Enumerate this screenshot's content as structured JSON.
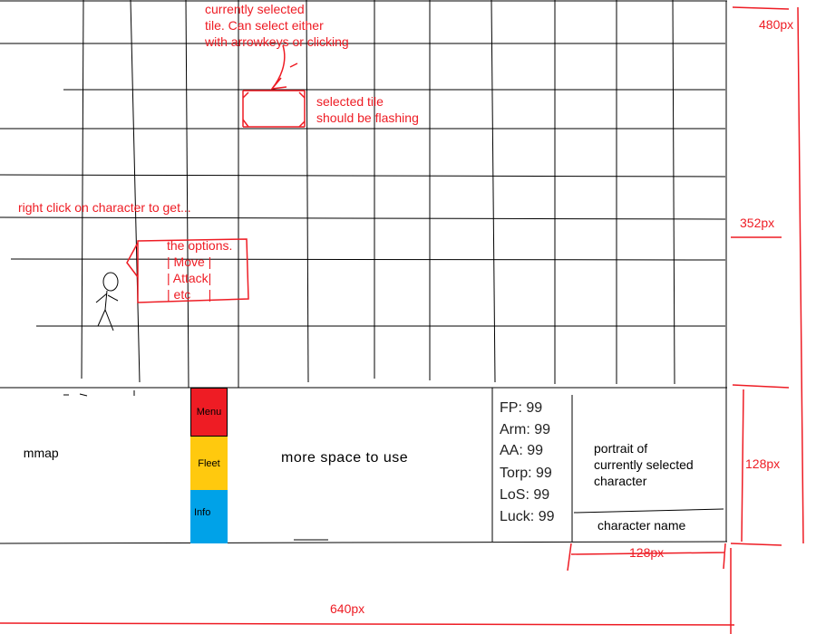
{
  "annotations": {
    "selected_tile_note": "currently selected\ntile. Can select either\nwith arrowkeys or clicking",
    "flashing_note": "selected tile\nshould be flashing",
    "right_click_note": "right click on character to get...",
    "options_menu": {
      "title": "the options.",
      "items": [
        "| Move |",
        "| Attack|",
        "| etc     |"
      ]
    },
    "dim_480": "480px",
    "dim_352": "352px",
    "dim_128_right": "128px",
    "dim_128_bottom": "128px",
    "dim_640": "640px"
  },
  "panel": {
    "minimap_label": "mmap",
    "buttons": [
      {
        "label": "Menu",
        "color": "#ee1c24"
      },
      {
        "label": "Fleet",
        "color": "#ffc90e"
      },
      {
        "label": "Info",
        "color": "#00a2e8"
      }
    ],
    "space_label": "more space to use",
    "stats": [
      "FP: 99",
      "Arm: 99",
      "AA: 99",
      "Torp: 99",
      "LoS: 99",
      "Luck: 99"
    ],
    "portrait_label": "portrait of\ncurrently selected\ncharacter",
    "character_name": "character name"
  },
  "colors": {
    "annotation": "#ee1c24",
    "lines": "#000000"
  }
}
